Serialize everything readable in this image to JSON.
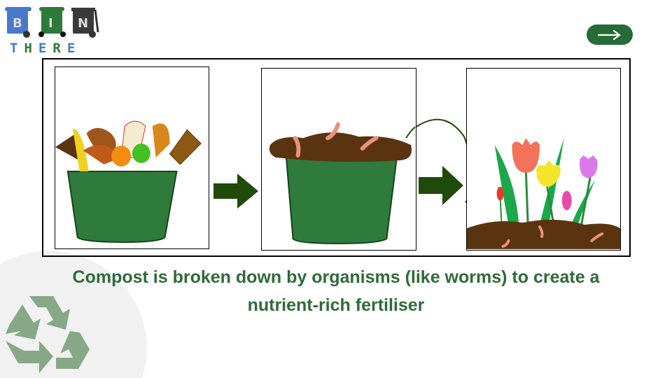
{
  "logo": {
    "bin_letters": [
      "B",
      "I",
      "N"
    ],
    "word": [
      "T",
      "H",
      "E",
      "R",
      "E"
    ],
    "colors": {
      "blue": "#4a78c9",
      "green": "#2d7a3a",
      "dark": "#3a3a3a"
    }
  },
  "nav": {
    "next_icon": "arrow-right-icon"
  },
  "panels": [
    {
      "name": "compost-bin-with-scraps"
    },
    {
      "name": "bin-with-worms-soil"
    },
    {
      "name": "flowers-growing-in-soil"
    }
  ],
  "caption": {
    "line1": "Compost is broken down by organisms (like worms) to create a",
    "line2": "nutrient-rich fertiliser"
  },
  "colors": {
    "accent": "#276b37",
    "caption": "#2f6a39",
    "bin": "#2e7b3c",
    "soil": "#5a3410",
    "worm": "#e8927a"
  }
}
